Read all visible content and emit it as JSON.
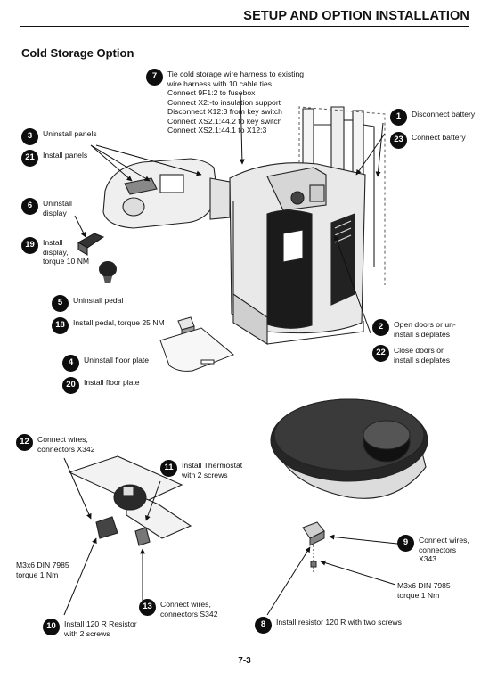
{
  "header": {
    "title": "SETUP AND OPTION INSTALLATION"
  },
  "section_title": "Cold Storage Option",
  "page_number": "7-3",
  "callouts": {
    "c7": {
      "num": "7",
      "lines": [
        "Tie cold storage wire harness to existing",
        "wire harness with 10 cable ties",
        "Connect 9F1:2 to fusebox",
        "Connect X2:-to insulation support",
        "Disconnect X12:3 from key switch",
        "Connect XS2.1:44.2 to key switch",
        "Connect XS2.1:44.1 to X12:3"
      ]
    },
    "c1": {
      "num": "1",
      "lines": [
        "Disconnect battery"
      ]
    },
    "c23": {
      "num": "23",
      "lines": [
        "Connect battery"
      ]
    },
    "c3": {
      "num": "3",
      "lines": [
        "Uninstall panels"
      ]
    },
    "c21": {
      "num": "21",
      "lines": [
        "Install panels"
      ]
    },
    "c6": {
      "num": "6",
      "lines": [
        "Uninstall",
        "display"
      ]
    },
    "c19": {
      "num": "19",
      "lines": [
        "Install",
        "display,",
        "torque 10 NM"
      ]
    },
    "c5": {
      "num": "5",
      "lines": [
        "Uninstall pedal"
      ]
    },
    "c18": {
      "num": "18",
      "lines": [
        "Install pedal, torque 25 NM"
      ]
    },
    "c2": {
      "num": "2",
      "lines": [
        "Open doors or un-",
        "install sideplates"
      ]
    },
    "c22": {
      "num": "22",
      "lines": [
        "Close doors or",
        "install sideplates"
      ]
    },
    "c4": {
      "num": "4",
      "lines": [
        "Uninstall floor plate"
      ]
    },
    "c20": {
      "num": "20",
      "lines": [
        "Install floor plate"
      ]
    },
    "c12": {
      "num": "12",
      "lines": [
        "Connect wires,",
        "connectors X342"
      ]
    },
    "c11": {
      "num": "11",
      "lines": [
        "Install Thermostat",
        "with 2 screws"
      ]
    },
    "c13": {
      "num": "13",
      "lines": [
        "Connect wires,",
        "connectors S342"
      ]
    },
    "c10": {
      "num": "10",
      "lines": [
        "Install 120 R Resistor",
        "with 2 screws"
      ]
    },
    "c9": {
      "num": "9",
      "lines": [
        "Connect wires,",
        "connectors",
        "X343"
      ]
    },
    "c8": {
      "num": "8",
      "lines": [
        "Install resistor 120 R with two screws"
      ]
    }
  },
  "notes": {
    "screw_left": [
      "M3x6 DIN 7985",
      "torque 1 Nm"
    ],
    "screw_right": [
      "M3x6 DIN 7985",
      "torque 1 Nm"
    ]
  }
}
